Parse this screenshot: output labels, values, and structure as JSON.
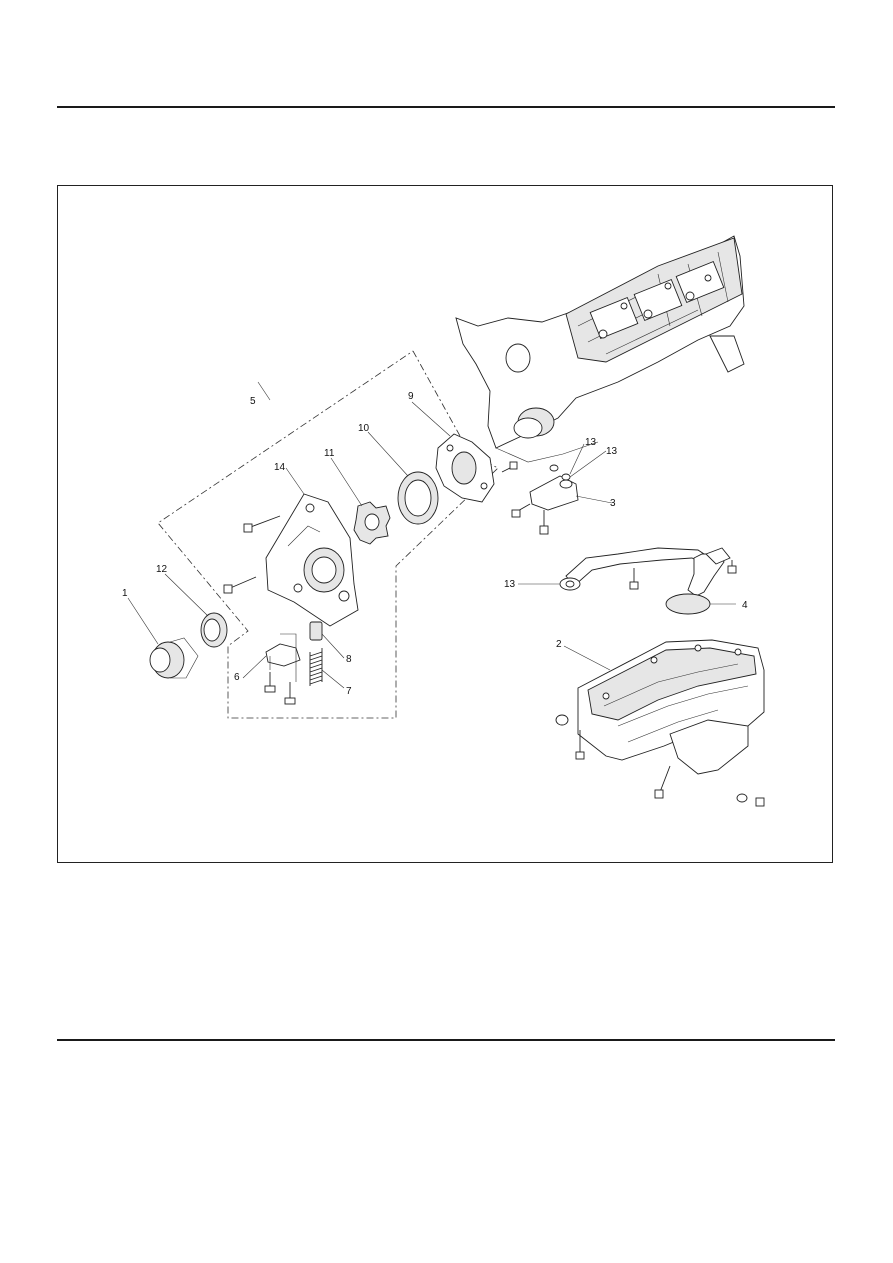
{
  "callouts": [
    {
      "id": "1",
      "text": "1"
    },
    {
      "id": "2",
      "text": "2"
    },
    {
      "id": "3",
      "text": "3"
    },
    {
      "id": "4",
      "text": "4"
    },
    {
      "id": "5",
      "text": "5"
    },
    {
      "id": "6",
      "text": "6"
    },
    {
      "id": "7",
      "text": "7"
    },
    {
      "id": "8",
      "text": "8"
    },
    {
      "id": "9",
      "text": "9"
    },
    {
      "id": "10",
      "text": "10"
    },
    {
      "id": "11",
      "text": "11"
    },
    {
      "id": "12",
      "text": "12"
    },
    {
      "id": "13a",
      "text": "13"
    },
    {
      "id": "13b",
      "text": "13"
    },
    {
      "id": "13c",
      "text": "13"
    },
    {
      "id": "14",
      "text": "14"
    }
  ]
}
